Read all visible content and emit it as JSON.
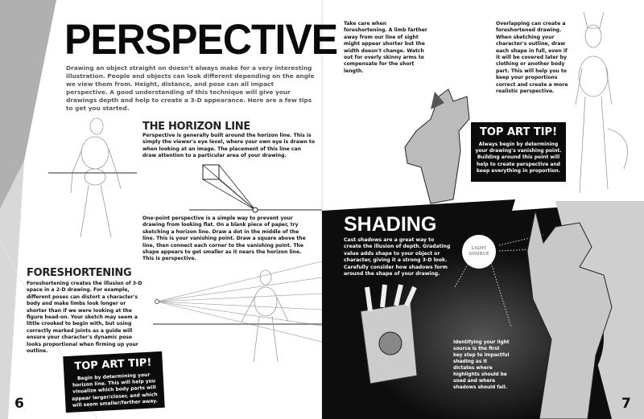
{
  "left_page": {
    "title": "PERSPECTIVE",
    "intro": "Drawing an object straight on doesn't always make for a very interesting illustration. People and objects can look different depending on the angle we view them from. Height, distance, and pose can all impact perspective. A good understanding of this technique will give your drawings depth and help to create a 3-D appearance. Here are a few tips to get you started.",
    "horizon": {
      "heading": "THE HORIZON LINE",
      "text1": "Perspective is generally built around the horizon line. This is simply the viewer's eye level, where your own eye is drawn to when looking at an image. The placement of this line can draw attention to a particular area of your drawing.",
      "text2": "One-point perspective is a simple way to prevent your drawing from looking flat. On a blank piece of paper, try sketching a horizon line. Draw a dot in the middle of the line. This is your vanishing point. Draw a square above the line, then connect each corner to the vanishing point. The shape appears to get smaller as it nears the horizon line. This is perspective."
    },
    "foreshortening": {
      "heading": "FORESHORTENING",
      "text": "Foreshortening creates the illusion of 3-D space in a 2-D drawing. For example, different poses can distort a character's body and make limbs look longer or shorter than if we were looking at the figure head-on. Your sketch may seem a little crooked to begin with, but using correctly marked joints as a guide will ensure your character's dynamic pose looks proportional when firming up your outline."
    },
    "tip": {
      "heading": "TOP ART TIP!",
      "text": "Begin by determining your horizon line. This will help you visualize which body parts will appear larger/closer, and which will seem smaller/farther away."
    },
    "page_number": "6"
  },
  "right_page": {
    "foreshortening_note": "Take care when foreshortening. A limb farther away from our line of sight might appear shorter but the width doesn't change. Watch out for overly skinny arms to compensate for the short length.",
    "overlapping_note": "Overlapping can create a foreshortened drawing. When sketching your character's outline, draw each shape in full, even if it will be covered later by clothing or another body part. This will help you to keep your proportions correct and create a more realistic perspective.",
    "tip": {
      "heading": "TOP ART TIP!",
      "text": "Always begin by determining your drawing's vanishing point. Building around this point will help to create perspective and keep everything in proportion."
    },
    "shading": {
      "heading": "SHADING",
      "text": "Cast shadows are a great way to create the illusion of depth. Gradating value adds shape to your object or character, giving it a strong 3-D look. Carefully consider how shadows form around the shape of your drawing.",
      "light_source_label": "LIGHT SOURCE",
      "light_note": "Identifying your light source is the first key step to impactful shading as it dictates where highlights should be used and where shadows should fall."
    },
    "page_number": "7"
  },
  "colors": {
    "ink": "#0b0b0b",
    "paper": "#ffffff",
    "band_gray": "#a8a8a8"
  }
}
